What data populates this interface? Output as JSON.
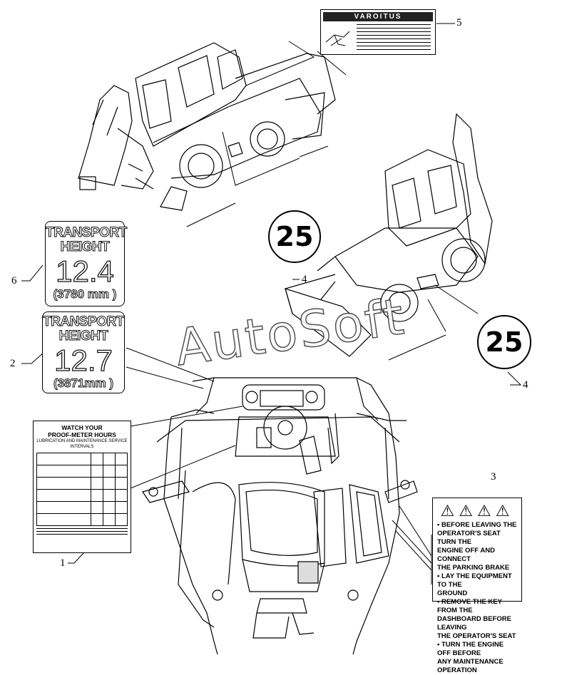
{
  "callouts": {
    "c1": "1",
    "c2": "2",
    "c3": "3",
    "c4a": "4",
    "c4b": "4",
    "c5": "5",
    "c6": "6"
  },
  "decal_6": {
    "line1": "TRANSPORT",
    "line2": "HEIGHT",
    "value": "12.4",
    "metric": "(3780 mm )"
  },
  "decal_2": {
    "line1": "TRANSPORT",
    "line2": "HEIGHT",
    "value": "12.7",
    "metric": "(3871mm )"
  },
  "speed_decal_1": "25",
  "speed_decal_2": "25",
  "varoitus": {
    "title": "VAROITUS"
  },
  "service_decal": {
    "title1": "WATCH YOUR",
    "title2": "PROOF-METER HOURS",
    "subtitle": "LUBRICATION AND MAINTENANCE SERVICE INTERVALS"
  },
  "warning_decal": {
    "triangles": "⚠⚠⚠⚠",
    "lines": [
      "• BEFORE LEAVING THE",
      "OPERATOR'S SEAT TURN THE",
      "ENGINE OFF AND CONNECT",
      "THE PARKING BRAKE",
      "• LAY THE EQUIPMENT TO THE",
      "GROUND",
      "• REMOVE THE KEY FROM THE",
      "DASHBOARD BEFORE LEAVING",
      "THE OPERATOR'S SEAT",
      "• TURN THE ENGINE OFF BEFORE",
      "ANY MAINTENANCE OPERATION"
    ]
  },
  "watermark": "AutoSoft"
}
